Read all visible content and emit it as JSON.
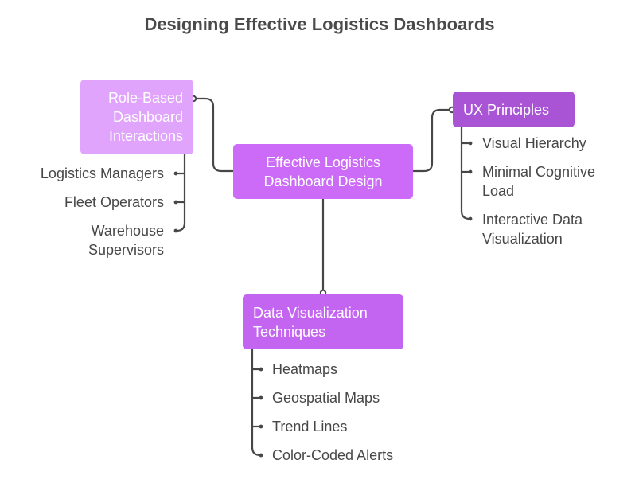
{
  "title": "Designing Effective Logistics Dashboards",
  "colors": {
    "center_node": "#cc6bf7",
    "role_node": "#e1a4fc",
    "ux_node": "#a954d4",
    "dataviz_node": "#c465f2",
    "connector": "#474747",
    "leaf_text": "#474747",
    "title_text": "#4a4a4a"
  },
  "center": {
    "lines": [
      "Effective Logistics",
      "Dashboard Design"
    ]
  },
  "branches": {
    "role_based": {
      "lines": [
        "Role-Based",
        "Dashboard",
        "Interactions"
      ],
      "items": [
        {
          "lines": [
            "Logistics Managers"
          ]
        },
        {
          "lines": [
            "Fleet Operators"
          ]
        },
        {
          "lines": [
            "Warehouse",
            "Supervisors"
          ]
        }
      ]
    },
    "ux_principles": {
      "lines": [
        "UX Principles"
      ],
      "items": [
        {
          "lines": [
            "Visual Hierarchy"
          ]
        },
        {
          "lines": [
            "Minimal Cognitive",
            "Load"
          ]
        },
        {
          "lines": [
            "Interactive Data",
            "Visualization"
          ]
        }
      ]
    },
    "data_viz": {
      "lines": [
        "Data Visualization",
        "Techniques"
      ],
      "items": [
        {
          "lines": [
            "Heatmaps"
          ]
        },
        {
          "lines": [
            "Geospatial Maps"
          ]
        },
        {
          "lines": [
            "Trend Lines"
          ]
        },
        {
          "lines": [
            "Color-Coded Alerts"
          ]
        }
      ]
    }
  }
}
